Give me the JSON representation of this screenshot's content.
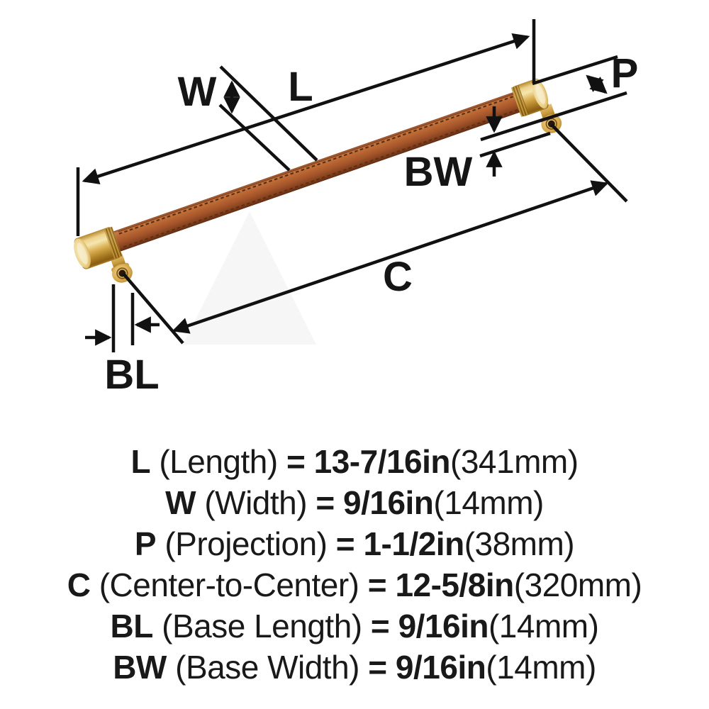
{
  "diagram": {
    "dimension_labels": {
      "length": "L",
      "width": "W",
      "projection": "P",
      "center_to_center": "C",
      "base_length": "BL",
      "base_width": "BW"
    }
  },
  "specs": [
    {
      "code": "L",
      "name": "(Length)",
      "eq": "=",
      "imperial": "13-7/16in",
      "metric": "(341mm)"
    },
    {
      "code": "W",
      "name": "(Width)",
      "eq": "=",
      "imperial": "9/16in",
      "metric": "(14mm)"
    },
    {
      "code": "P",
      "name": "(Projection)",
      "eq": "=",
      "imperial": "1-1/2in",
      "metric": "(38mm)"
    },
    {
      "code": "C",
      "name": "(Center-to-Center)",
      "eq": "=",
      "imperial": "12-5/8in",
      "metric": "(320mm)"
    },
    {
      "code": "BL",
      "name": "(Base Length)",
      "eq": "=",
      "imperial": "9/16in",
      "metric": "(14mm)"
    },
    {
      "code": "BW",
      "name": "(Base Width)",
      "eq": "=",
      "imperial": "9/16in",
      "metric": "(14mm)"
    }
  ],
  "colors": {
    "background": "#ffffff",
    "line": "#111111",
    "text": "#191919",
    "leather": "#a5552a",
    "leather_dark": "#6b3315",
    "brass": "#d8ab4e",
    "brass_highlight": "#f5e6af",
    "brass_shadow": "#8a5c12"
  }
}
